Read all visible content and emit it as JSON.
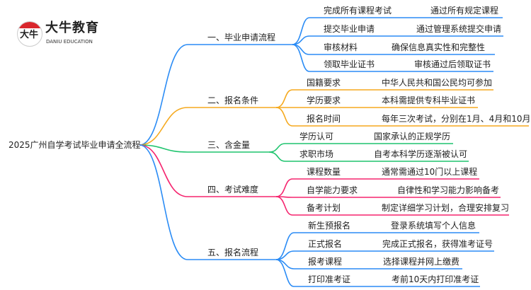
{
  "logo": {
    "cn": "大牛教育",
    "en": "DANIU EDUCATION",
    "glyph": "大牛"
  },
  "root": "2025广州自学考试毕业申请全流程",
  "branches": [
    {
      "label": "一、毕业申请流程",
      "color": "#2b8cf5",
      "children": [
        {
          "label": "完成所有课程考试",
          "desc": "通过所有规定课程"
        },
        {
          "label": "提交毕业申请",
          "desc": "通过管理系统提交申请"
        },
        {
          "label": "审核材料",
          "desc": "确保信息真实性和完整性"
        },
        {
          "label": "领取毕业证书",
          "desc": "审核通过后领取证书"
        }
      ]
    },
    {
      "label": "二、报名条件",
      "color": "#f5a91e",
      "children": [
        {
          "label": "国籍要求",
          "desc": "中华人民共和国公民均可参加"
        },
        {
          "label": "学历要求",
          "desc": "本科需提供专科毕业证书"
        },
        {
          "label": "报名时间",
          "desc": "每年三次考试，分别在1月、4月和10月"
        }
      ]
    },
    {
      "label": "三、含金量",
      "color": "#1fc46e",
      "children": [
        {
          "label": "学历认可",
          "desc": "国家承认的正规学历"
        },
        {
          "label": "求职市场",
          "desc": "自考本科学历逐渐被认可"
        }
      ]
    },
    {
      "label": "四、考试难度",
      "color": "#f5256f",
      "children": [
        {
          "label": "课程数量",
          "desc": "通常需通过10门以上课程"
        },
        {
          "label": "自学能力要求",
          "desc": "自律性和学习能力影响备考"
        },
        {
          "label": "备考计划",
          "desc": "制定详细学习计划，合理安排复习"
        }
      ]
    },
    {
      "label": "五、报名流程",
      "color": "#2b8cf5",
      "children": [
        {
          "label": "新生预报名",
          "desc": "登录系统填写个人信息"
        },
        {
          "label": "正式报名",
          "desc": "完成正式报名，获得准考证号"
        },
        {
          "label": "报考课程",
          "desc": "选择课程并网上缴费"
        },
        {
          "label": "打印准考证",
          "desc": "考前10天内打印准考证"
        }
      ]
    }
  ]
}
